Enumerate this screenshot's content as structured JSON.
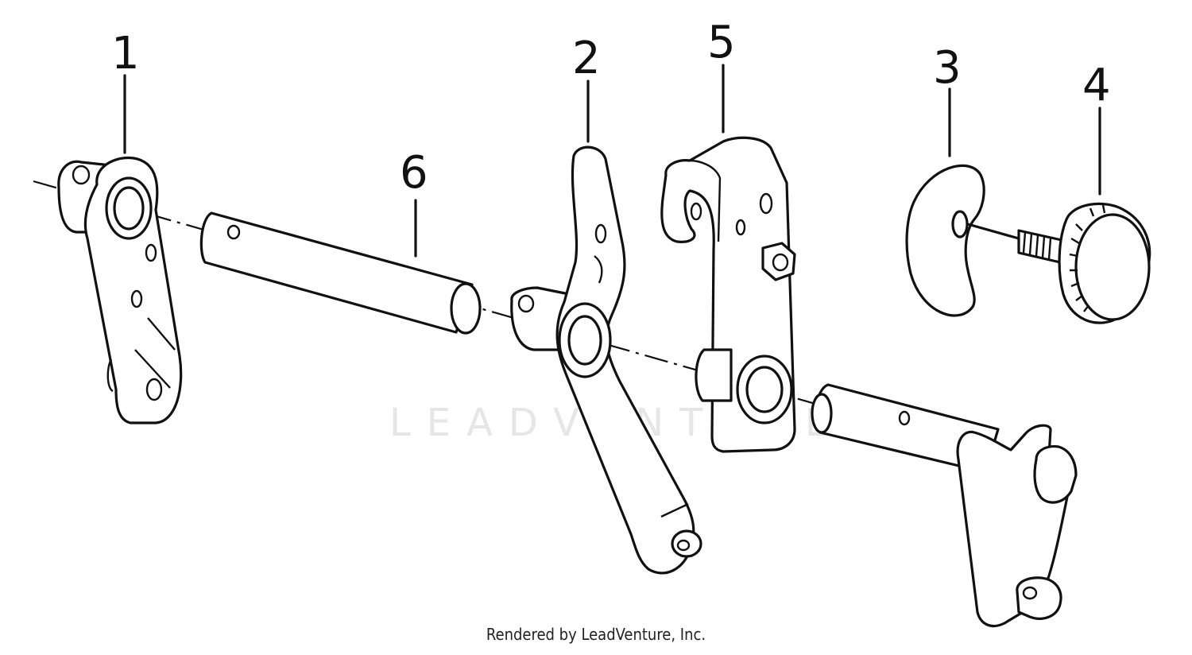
{
  "diagram": {
    "callouts": [
      "1",
      "2",
      "5",
      "3",
      "4",
      "6"
    ],
    "watermark": "LEADVENTURE",
    "footer": "Rendered by LeadVenture, Inc."
  }
}
